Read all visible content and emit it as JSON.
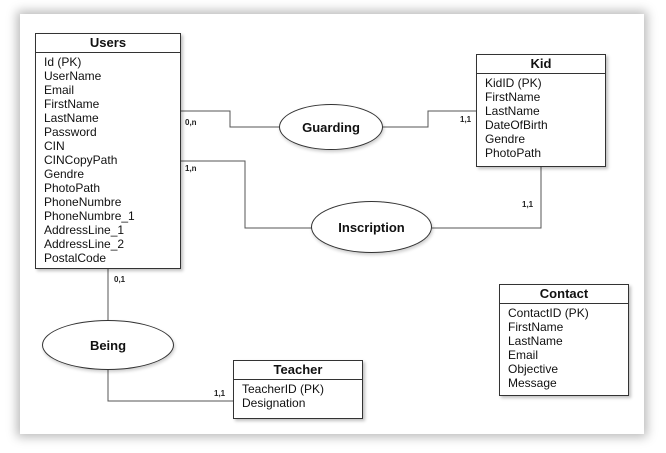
{
  "entities": {
    "users": {
      "title": "Users",
      "attributes": [
        "Id (PK)",
        "UserName",
        "Email",
        "FirstName",
        "LastName",
        "Password",
        "CIN",
        "CINCopyPath",
        "Gendre",
        "PhotoPath",
        "PhoneNumbre",
        "PhoneNumbre_1",
        "AddressLine_1",
        "AddressLine_2",
        "PostalCode"
      ]
    },
    "kid": {
      "title": "Kid",
      "attributes": [
        "KidID (PK)",
        "FirstName",
        "LastName",
        "DateOfBirth",
        "Gendre",
        "PhotoPath"
      ]
    },
    "teacher": {
      "title": "Teacher",
      "attributes": [
        "TeacherID (PK)",
        "Designation"
      ]
    },
    "contact": {
      "title": "Contact",
      "attributes": [
        "ContactID (PK)",
        "FirstName",
        "LastName",
        "Email",
        "Objective",
        "Message"
      ]
    }
  },
  "relationships": {
    "guarding": "Guarding",
    "inscription": "Inscription",
    "being": "Being"
  },
  "cardinalities": {
    "users_guarding": "0,n",
    "kid_guarding": "1,1",
    "users_inscription": "1,n",
    "kid_inscription": "1,1",
    "users_being": "0,1",
    "teacher_being": "1,1"
  }
}
